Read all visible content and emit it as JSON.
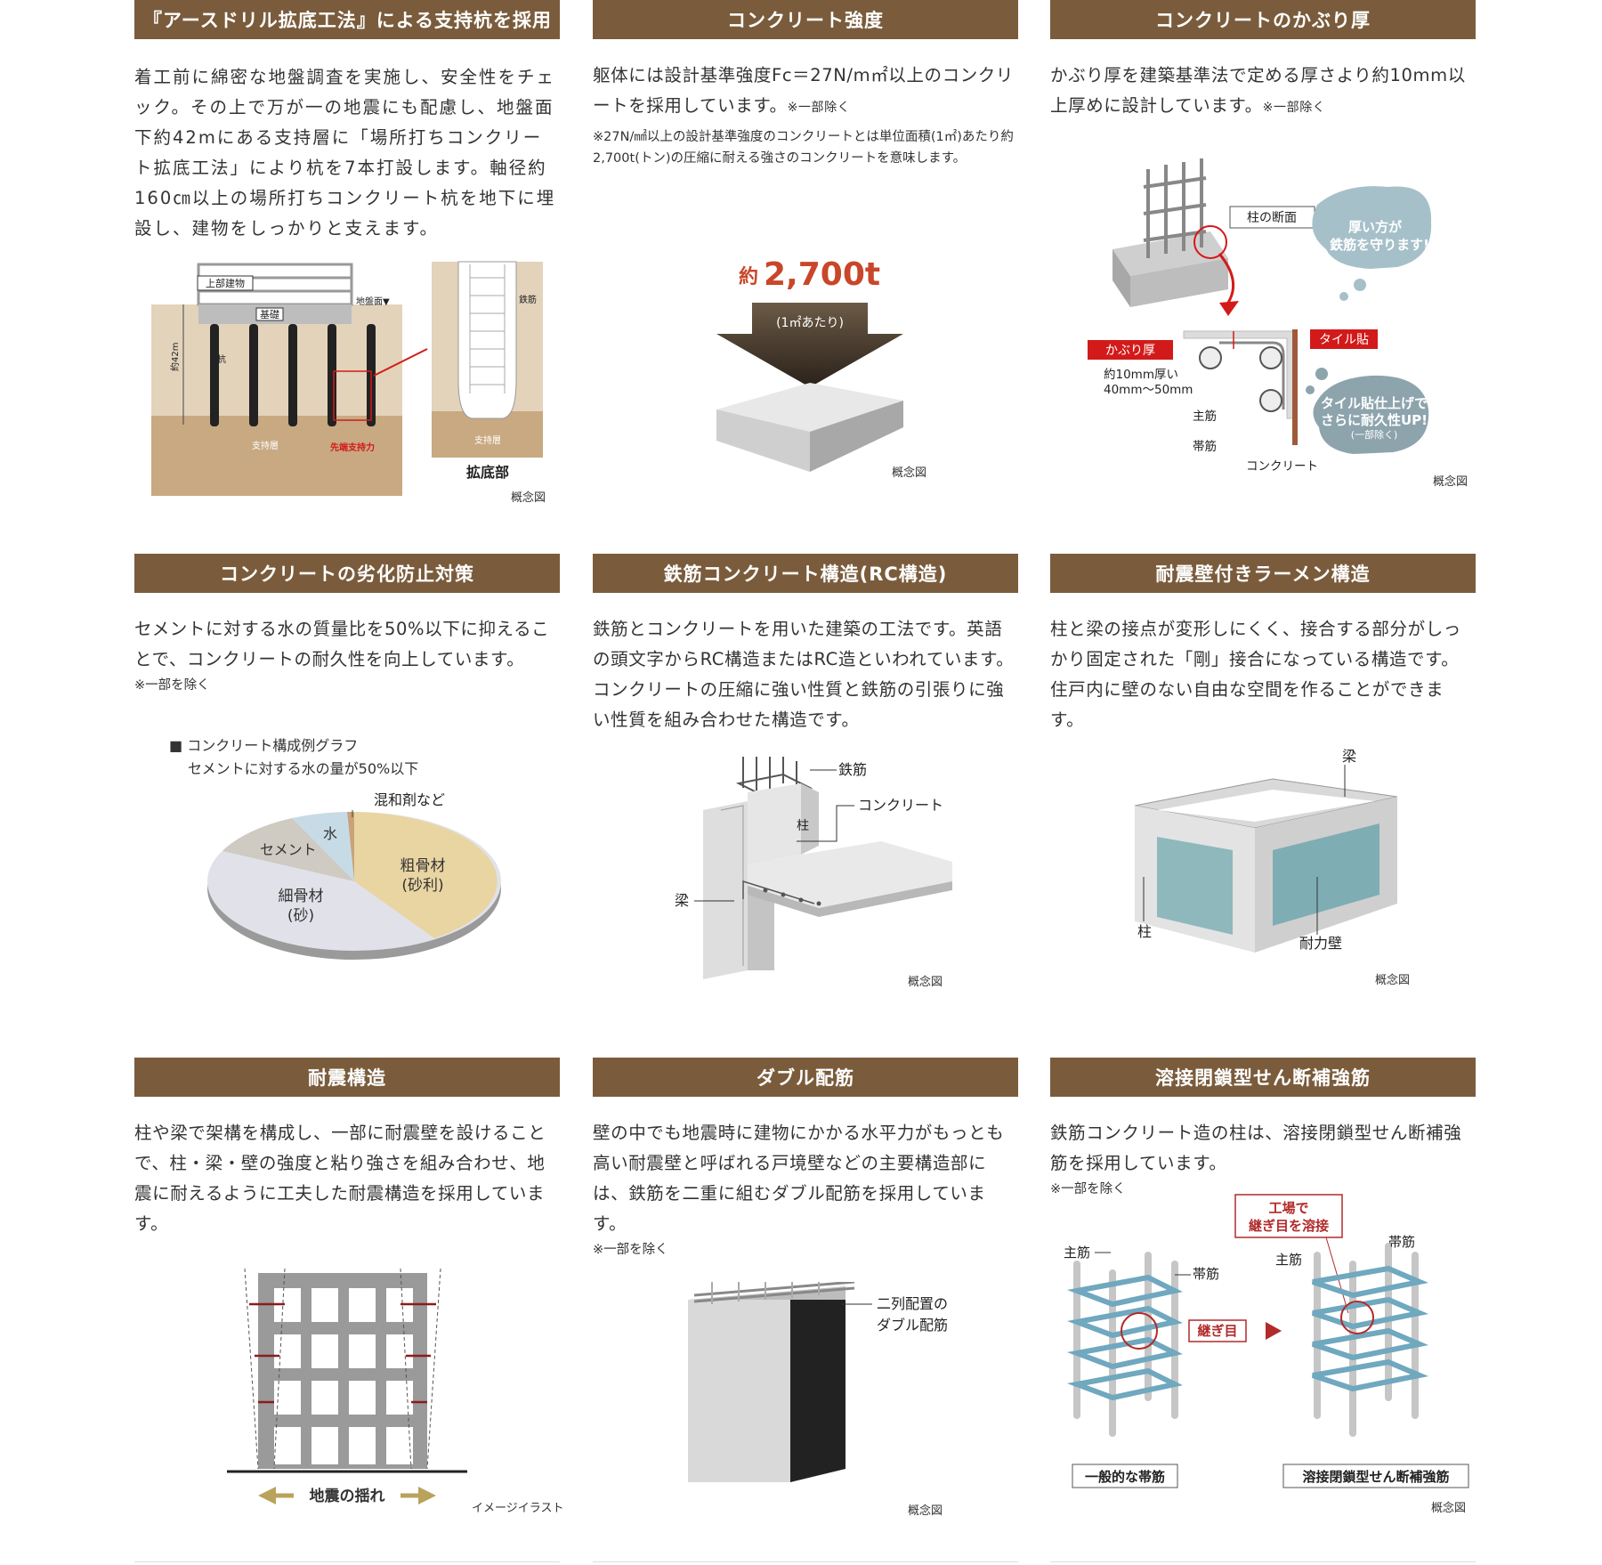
{
  "sections": [
    {
      "title": "『アースドリル拡底工法』による支持杭を採用",
      "text": "着工前に綿密な地盤調査を実施し、安全性をチェック。その上で万が一の地震にも配慮し、地盤面下約42mにある支持層に「場所打ちコンクリート拡底工法」により杭を7本打設します。軸径約160㎝以上の場所打ちコンクリート杭を地下に埋設し、建物をしっかりと支えます。",
      "labels": {
        "upper": "上部建物",
        "base": "基礎",
        "ground": "地盤面▼",
        "pile": "杭",
        "depth": "約42m",
        "layer1": "支持層",
        "tip": "先端支持力",
        "rebar": "鉄筋",
        "layer2": "支持層",
        "expanded": "拡底部"
      },
      "caption": "概念図"
    },
    {
      "title": "コンクリート強度",
      "text": "躯体には設計基準強度Fc＝27N/m㎡以上のコンクリートを採用しています。",
      "text_note": "※一部除く",
      "note": "※27N/㎟以上の設計基準強度のコンクリートとは単位面積(1㎡)あたり約2,700t(トン)の圧縮に耐える強さのコンクリートを意味します。",
      "big_prefix": "約",
      "big_value": "2,700t",
      "per": "(1㎡あたり)",
      "caption": "概念図"
    },
    {
      "title": "コンクリートのかぶり厚",
      "text": "かぶり厚を建築基準法で定める厚さより約10mm以上厚めに設計しています。",
      "text_note": "※一部除く",
      "labels": {
        "section": "柱の断面",
        "bubble1_l1": "厚い方が",
        "bubble1_l2": "鉄筋を守ります!",
        "cover": "かぶり厚",
        "tile": "タイル貼",
        "thick_l1": "約10mm厚い",
        "thick_l2": "40mm〜50mm",
        "main": "主筋",
        "hoop": "帯筋",
        "concrete": "コンクリート",
        "bubble2_l1": "タイル貼仕上げで",
        "bubble2_l2": "さらに耐久性UP!",
        "bubble2_l3": "(一部除く)"
      },
      "caption": "概念図"
    },
    {
      "title": "コンクリートの劣化防止対策",
      "text": "セメントに対する水の質量比を50%以下に抑えることで、コンクリートの耐久性を向上しています。",
      "note": "※一部を除く",
      "legend_title": "■ コンクリート構成例グラフ",
      "legend_sub": "セメントに対する水の量が50%以下",
      "labels": {
        "admix": "混和剤など",
        "water": "水",
        "cement": "セメント",
        "coarse_l1": "粗骨材",
        "coarse_l2": "(砂利)",
        "fine_l1": "細骨材",
        "fine_l2": "(砂)"
      }
    },
    {
      "title": "鉄筋コンクリート構造(RC構造)",
      "text": "鉄筋とコンクリートを用いた建築の工法です。英語の頭文字からRC構造またはRC造といわれています。コンクリートの圧縮に強い性質と鉄筋の引張りに強い性質を組み合わせた構造です。",
      "labels": {
        "rebar": "鉄筋",
        "concrete": "コンクリート",
        "column": "柱",
        "beam": "梁"
      },
      "caption": "概念図"
    },
    {
      "title": "耐震壁付きラーメン構造",
      "text": "柱と梁の接点が変形しにくく、接合する部分がしっかり固定された「剛」接合になっている構造です。住戸内に壁のない自由な空間を作ることができます。",
      "labels": {
        "beam": "梁",
        "column": "柱",
        "wall": "耐力壁"
      },
      "caption": "概念図"
    },
    {
      "title": "耐震構造",
      "text": "柱や梁で架構を構成し、一部に耐震壁を設けることで、柱・梁・壁の強度と粘り強さを組み合わせ、地震に耐えるように工夫した耐震構造を採用しています。",
      "labels": {
        "shake": "地震の揺れ"
      },
      "caption": "イメージイラスト"
    },
    {
      "title": "ダブル配筋",
      "text": "壁の中でも地震時に建物にかかる水平力がもっとも高い耐震壁と呼ばれる戸境壁などの主要構造部には、鉄筋を二重に組むダブル配筋を採用しています。",
      "note": "※一部を除く",
      "labels": {
        "double_l1": "二列配置の",
        "double_l2": "ダブル配筋"
      },
      "caption": "概念図"
    },
    {
      "title": "溶接閉鎖型せん断補強筋",
      "text": "鉄筋コンクリート造の柱は、溶接閉鎖型せん断補強筋を採用しています。",
      "note": "※一部を除く",
      "labels": {
        "weld_l1": "工場で",
        "weld_l2": "継ぎ目を溶接",
        "main1": "主筋",
        "hoop1": "帯筋",
        "joint": "継ぎ目",
        "main2": "主筋",
        "hoop2": "帯筋",
        "normal": "一般的な帯筋",
        "welded": "溶接閉鎖型せん断補強筋"
      },
      "caption": "概念図"
    }
  ],
  "colors": {
    "header_bg": "#7a5c3c",
    "red": "#d31a1a",
    "brown": "#b9a387",
    "teal": "#6fa8bf"
  }
}
